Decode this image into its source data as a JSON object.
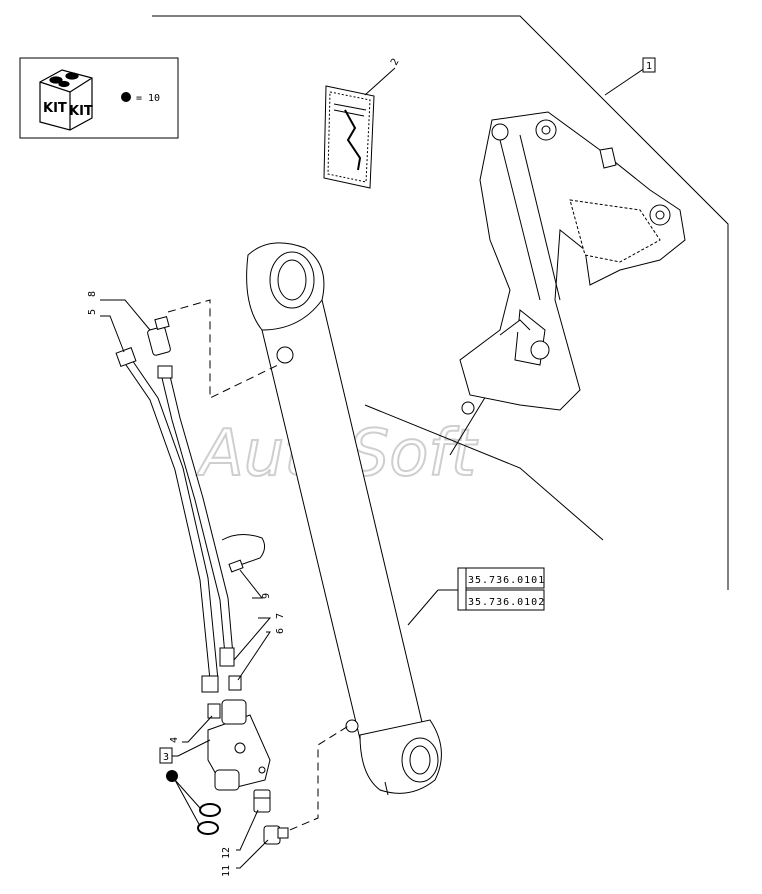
{
  "watermark": "AutoSoft",
  "kit_legend": {
    "icon_left": "KIT",
    "icon_right": "KIT",
    "equals_text": "= 10"
  },
  "callouts": {
    "c1": "1",
    "c2": "2",
    "c3": "3",
    "c4": "4",
    "c5": "5",
    "c6": "6",
    "c7": "7",
    "c8": "8",
    "c9": "9",
    "c11": "11",
    "c12": "12"
  },
  "references": [
    "35.736.0101",
    "35.736.0102"
  ],
  "colors": {
    "line": "#000000",
    "watermark": "#cfcfcf",
    "marker": "#000000"
  }
}
